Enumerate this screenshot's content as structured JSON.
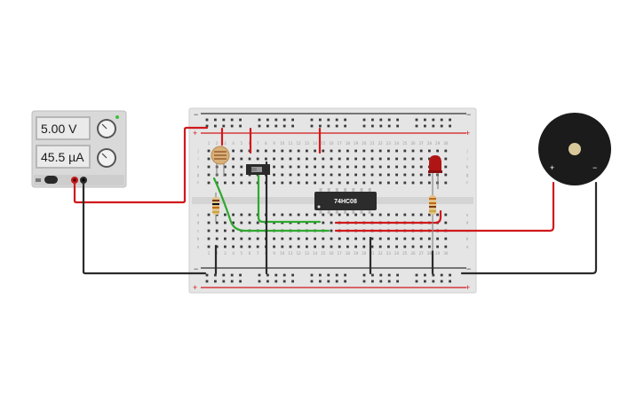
{
  "power_supply": {
    "voltage_display": "5.00 V",
    "current_display": "45.5 µA"
  },
  "breadboard": {
    "rail_plus_sign": "+",
    "rail_minus_sign": "−",
    "row_letters_top": [
      "j",
      "i",
      "h",
      "g",
      "f"
    ],
    "row_letters_bottom": [
      "e",
      "d",
      "c",
      "b",
      "a"
    ],
    "column_numbers": [
      "1",
      "2",
      "3",
      "4",
      "5",
      "6",
      "7",
      "8",
      "9",
      "10",
      "11",
      "12",
      "13",
      "14",
      "15",
      "16",
      "17",
      "18",
      "19",
      "20",
      "21",
      "22",
      "23",
      "24",
      "25",
      "26",
      "27",
      "28",
      "29",
      "30"
    ]
  },
  "ic": {
    "label": "74HC08"
  },
  "buzzer": {
    "plus_sign": "+",
    "minus_sign": "−"
  },
  "colors": {
    "wire_red": "#d0191c",
    "wire_black": "#2b2b2b",
    "wire_green": "#2fa82f",
    "led_red": "#b01515",
    "rail_red": "#d0191c",
    "breadboard": "#e6e6e6"
  }
}
